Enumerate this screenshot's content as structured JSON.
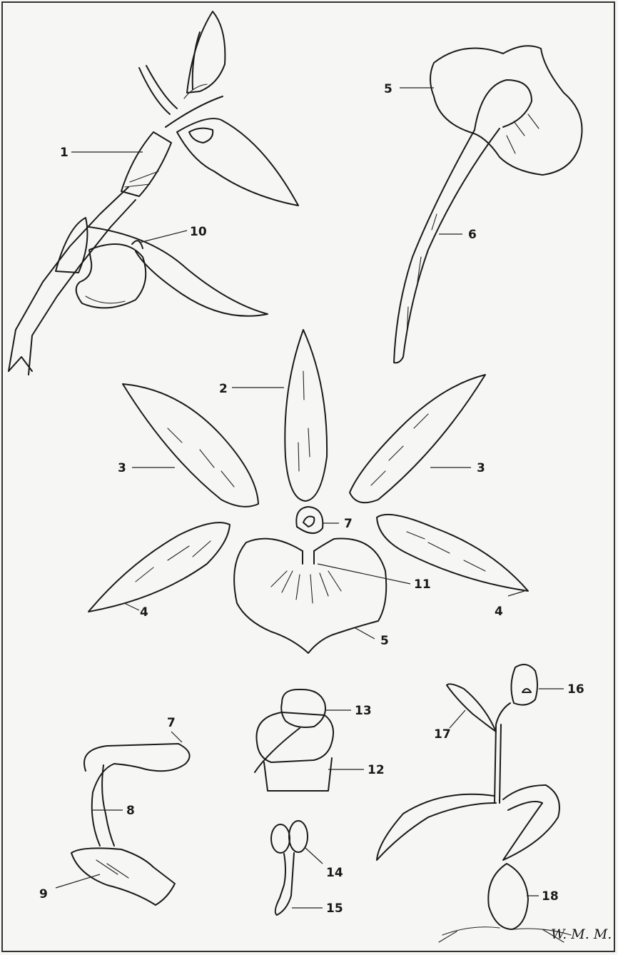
{
  "labels": {
    "l1": "1",
    "l2": "2",
    "l3a": "3",
    "l3b": "3",
    "l4a": "4",
    "l4b": "4",
    "l5a": "5",
    "l5b": "5",
    "l6": "6",
    "l7a": "7",
    "l7b": "7",
    "l8": "8",
    "l9": "9",
    "l10": "10",
    "l11": "11",
    "l12": "12",
    "l13": "13",
    "l14": "14",
    "l15": "15",
    "l16": "16",
    "l17": "17",
    "l18": "18"
  },
  "signature": "W. M. M."
}
